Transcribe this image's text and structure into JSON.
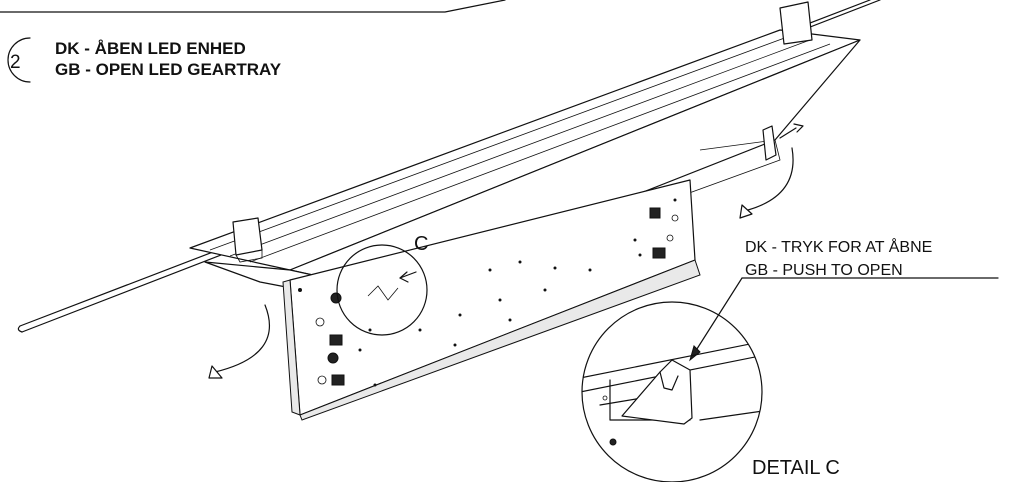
{
  "title": {
    "step_number": "2",
    "line_dk": "DK - ÅBEN LED ENHED",
    "line_gb": "GB - OPEN LED GEARTRAY"
  },
  "callout_detail": {
    "letter": "C"
  },
  "instruction": {
    "line_dk": "DK - TRYK FOR AT ÅBNE",
    "line_gb": "GB - PUSH TO OPEN"
  },
  "detail_caption": "DETAIL C"
}
